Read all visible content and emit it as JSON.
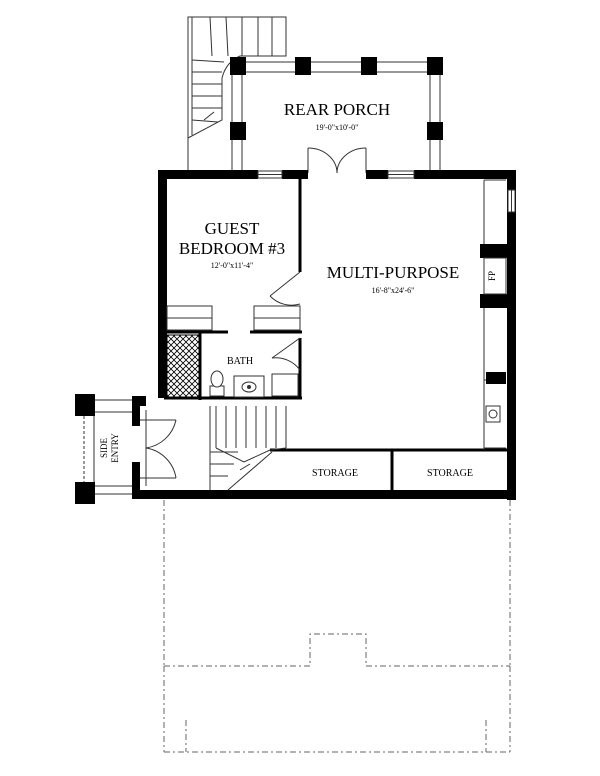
{
  "rooms": {
    "rear_porch": {
      "name": "REAR PORCH",
      "dim": "19'-0\"x10'-0\""
    },
    "guest_bedroom": {
      "name_line1": "GUEST",
      "name_line2": "BEDROOM #3",
      "dim": "12'-0\"x11'-4\""
    },
    "multi_purpose": {
      "name": "MULTI-PURPOSE",
      "dim": "16'-8\"x24'-6\""
    },
    "bath": {
      "name": "BATH"
    },
    "storage_left": {
      "name": "STORAGE"
    },
    "storage_right": {
      "name": "STORAGE"
    },
    "side_entry": {
      "name_line1": "SIDE",
      "name_line2": "ENTRY"
    }
  },
  "fixtures": {
    "fireplace": "FP"
  },
  "colors": {
    "wall": "#000000",
    "line": "#333333",
    "dash": "#666666",
    "background": "#ffffff"
  }
}
